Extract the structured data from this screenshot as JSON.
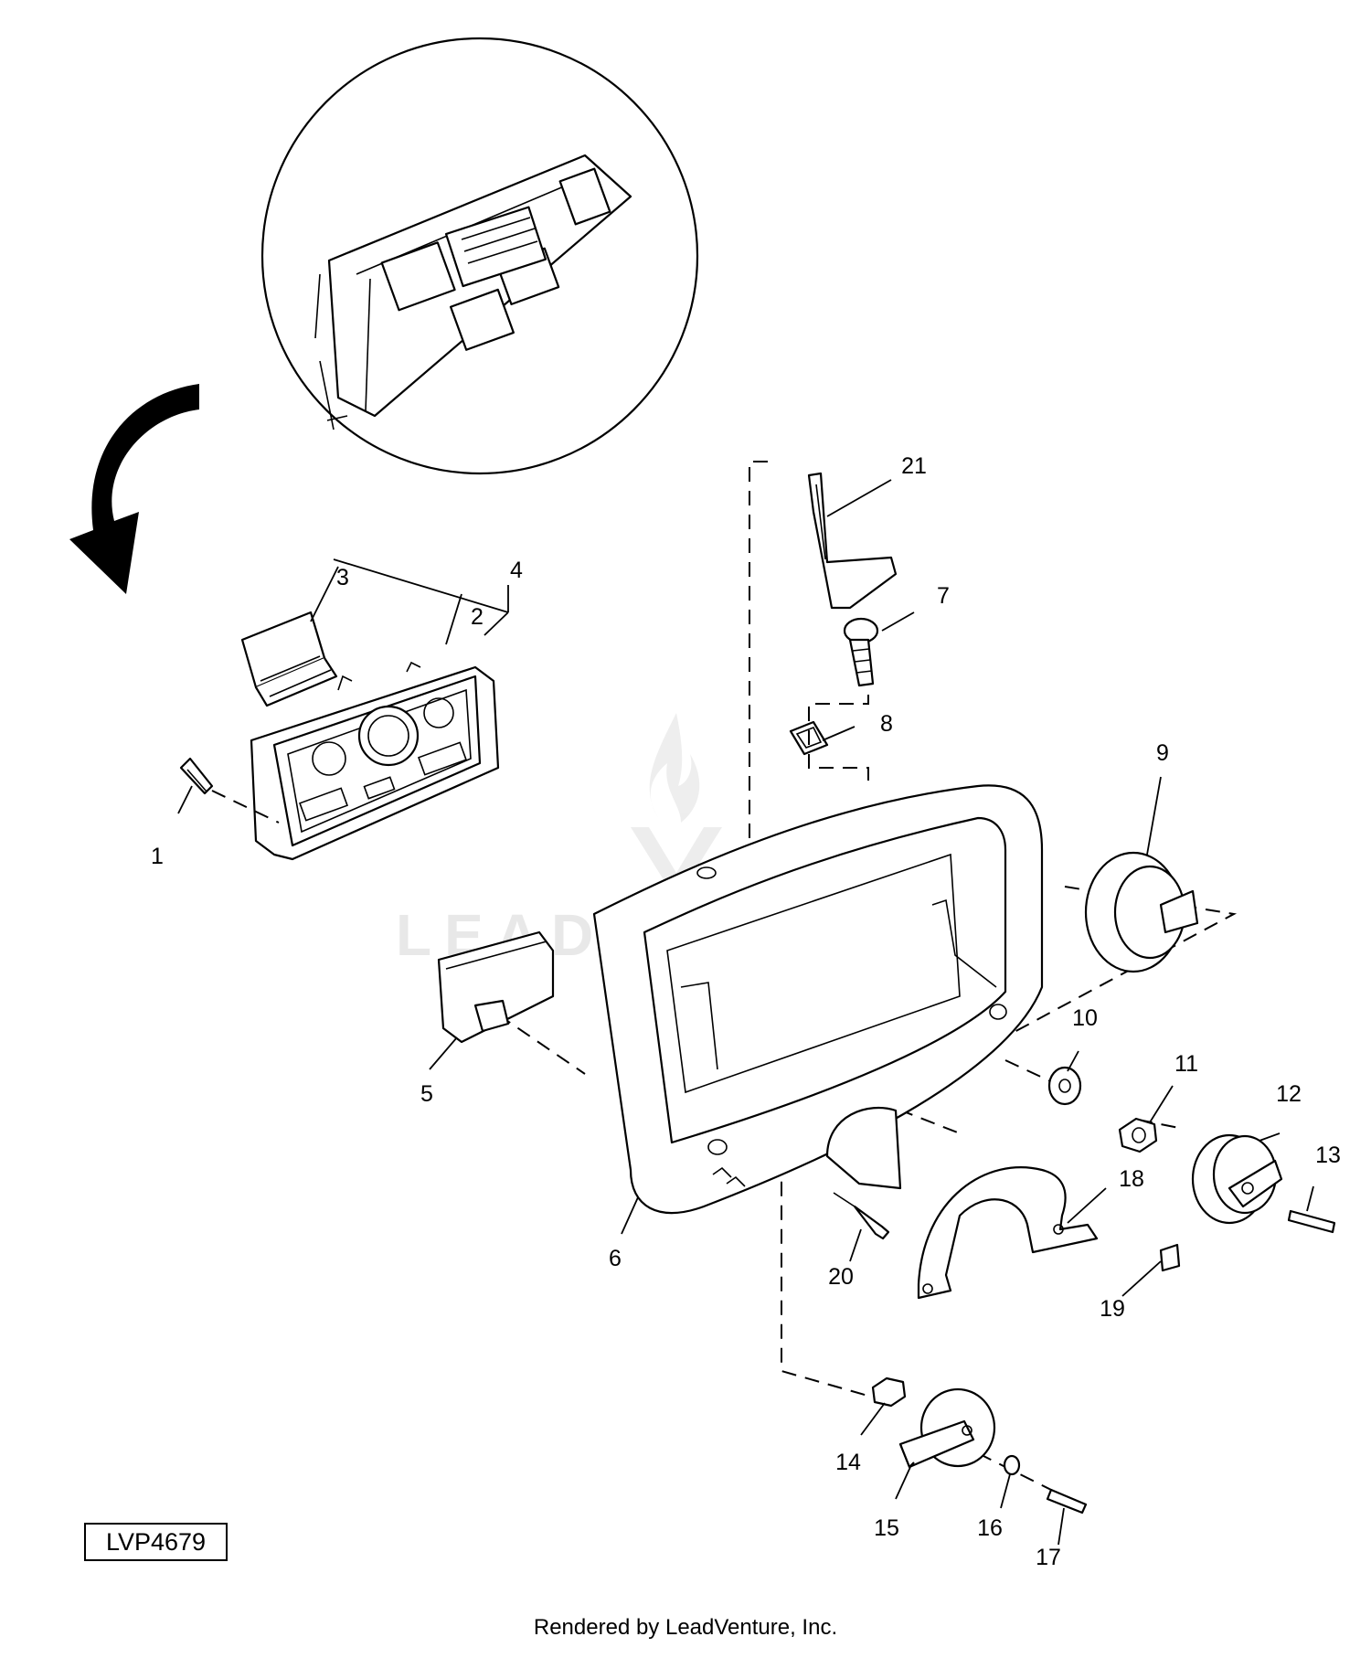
{
  "diagram": {
    "reference_code": "LVP4679",
    "watermark": "LEADVENTURE",
    "footer": "Rendered by LeadVenture, Inc.",
    "callouts": [
      "1",
      "2",
      "3",
      "4",
      "5",
      "6",
      "7",
      "8",
      "9",
      "10",
      "11",
      "12",
      "13",
      "14",
      "15",
      "16",
      "17",
      "18",
      "19",
      "20",
      "21"
    ]
  }
}
